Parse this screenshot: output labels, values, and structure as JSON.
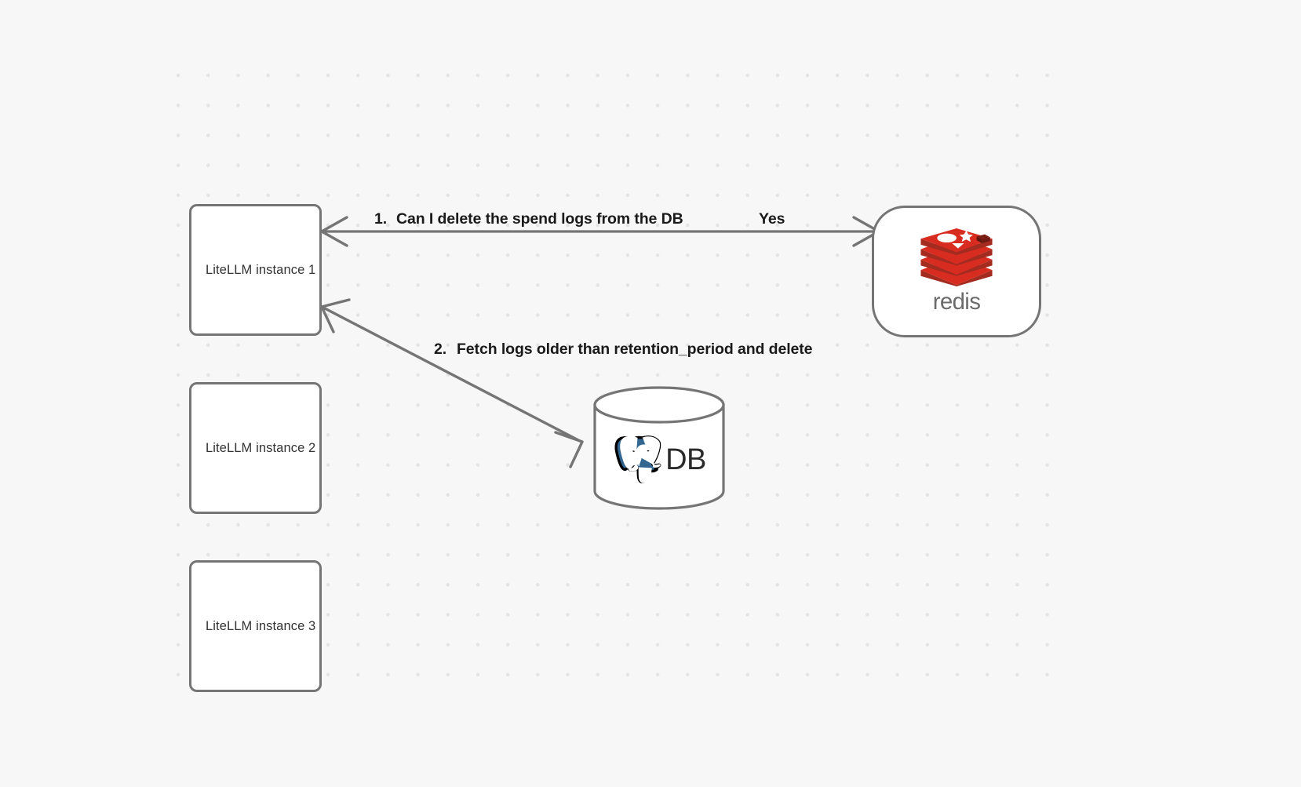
{
  "canvas": {
    "background_color": "#f7f7f7",
    "grid_dot_color": "#e4e4e4",
    "node_border_color": "#757575",
    "edge_color": "#757575",
    "label_color": "#1a1a1a"
  },
  "nodes": [
    {
      "id": "litellm-1",
      "label": "LiteLLM instance 1"
    },
    {
      "id": "litellm-2",
      "label": "LiteLLM instance 2"
    },
    {
      "id": "litellm-3",
      "label": "LiteLLM instance 3"
    },
    {
      "id": "redis",
      "logo_name": "redis-logo",
      "wordmark": "redis",
      "accent_color": "#d82c20"
    },
    {
      "id": "db",
      "logo_name": "postgresql-elephant-logo",
      "label": "DB",
      "accent_color": "#336791"
    }
  ],
  "edges": [
    {
      "id": "edge-1",
      "from": "litellm-1",
      "to": "redis",
      "direction": "bidirectional",
      "number": "1.",
      "text": "Can I delete the spend logs from the DB",
      "reply": "Yes"
    },
    {
      "id": "edge-2",
      "from": "litellm-1",
      "to": "db",
      "direction": "bidirectional",
      "number": "2.",
      "text": "Fetch logs older than retention_period and delete"
    }
  ]
}
